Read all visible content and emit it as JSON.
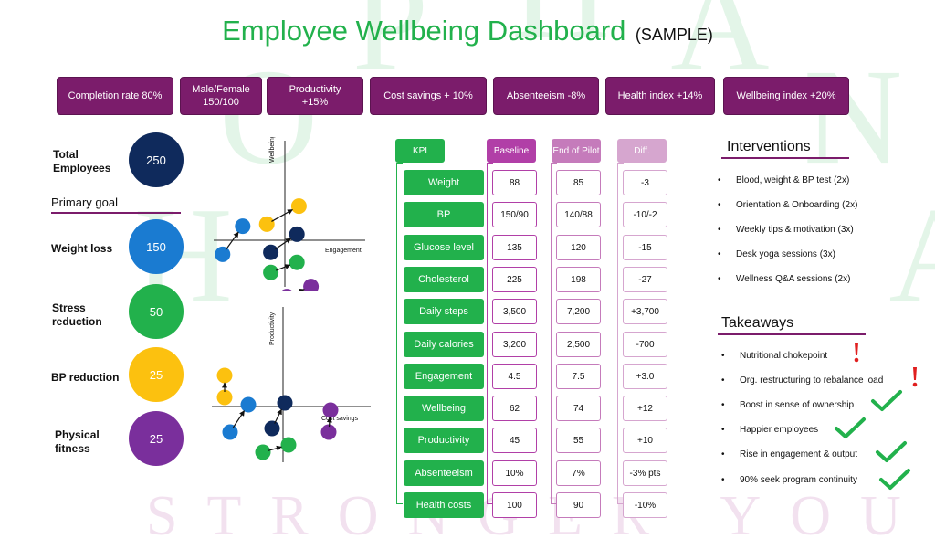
{
  "title": "Employee Wellbeing Dashboard",
  "subtitle": "(SAMPLE)",
  "colors": {
    "green": "#22b14c",
    "purple": "#7b1c6b",
    "navy": "#0f2a5c",
    "blue": "#1a7bd1",
    "gold": "#fcc10f",
    "violet": "#7a2f9c"
  },
  "kpi_badges": [
    {
      "label": "Completion rate 80%"
    },
    {
      "label": "Male/Female\n150/100"
    },
    {
      "label": "Productivity\n+15%"
    },
    {
      "label": "Cost savings + 10%"
    },
    {
      "label": "Absenteeism -8%"
    },
    {
      "label": "Health index +14%"
    },
    {
      "label": "Wellbeing index +20%"
    }
  ],
  "left_panel": {
    "total_label": "Total\nEmployees",
    "total_value": "250",
    "primary_goal": "Primary goal",
    "goals": [
      {
        "label": "Weight loss",
        "value": "150",
        "color": "#1a7bd1"
      },
      {
        "label": "Stress\nreduction",
        "value": "50",
        "color": "#22b14c"
      },
      {
        "label": "BP reduction",
        "value": "25",
        "color": "#fcc10f"
      },
      {
        "label": "Physical\nfitness",
        "value": "25",
        "color": "#7a2f9c"
      }
    ]
  },
  "chart_data": [
    {
      "type": "scatter",
      "xlabel": "Engagement",
      "ylabel": "Wellbeing",
      "points": [
        {
          "color": "blue",
          "from": [
            -3.1,
            -0.7
          ],
          "to": [
            -2.1,
            0.7
          ]
        },
        {
          "color": "gold",
          "from": [
            -0.9,
            0.8
          ],
          "to": [
            0.7,
            1.7
          ]
        },
        {
          "color": "navy",
          "from": [
            -0.7,
            -0.6
          ],
          "to": [
            0.6,
            0.3
          ]
        },
        {
          "color": "green",
          "from": [
            -0.7,
            -1.6
          ],
          "to": [
            0.6,
            -1.1
          ]
        },
        {
          "color": "violet",
          "from": [
            0.1,
            -2.8
          ],
          "to": [
            1.3,
            -2.3
          ]
        }
      ]
    },
    {
      "type": "scatter",
      "xlabel": "Cost savings",
      "ylabel": "Productivity",
      "points": [
        {
          "color": "gold",
          "from": [
            -3.2,
            0.5
          ],
          "to": [
            -3.2,
            1.7
          ]
        },
        {
          "color": "blue",
          "from": [
            -2.9,
            -1.4
          ],
          "to": [
            -1.9,
            0.1
          ]
        },
        {
          "color": "navy",
          "from": [
            -0.6,
            -1.2
          ],
          "to": [
            0.1,
            0.2
          ]
        },
        {
          "color": "green",
          "from": [
            -1.1,
            -2.5
          ],
          "to": [
            0.3,
            -2.1
          ]
        },
        {
          "color": "violet",
          "from": [
            2.5,
            -1.4
          ],
          "to": [
            2.6,
            -0.2
          ]
        }
      ]
    }
  ],
  "table": {
    "headers": {
      "kpi": "KPI",
      "baseline": "Baseline",
      "end": "End of Pilot",
      "diff": "Diff."
    },
    "rows": [
      {
        "kpi": "Weight",
        "baseline": "88",
        "end": "85",
        "diff": "-3"
      },
      {
        "kpi": "BP",
        "baseline": "150/90",
        "end": "140/88",
        "diff": "-10/-2"
      },
      {
        "kpi": "Glucose level",
        "baseline": "135",
        "end": "120",
        "diff": "-15"
      },
      {
        "kpi": "Cholesterol",
        "baseline": "225",
        "end": "198",
        "diff": "-27"
      },
      {
        "kpi": "Daily steps",
        "baseline": "3,500",
        "end": "7,200",
        "diff": "+3,700"
      },
      {
        "kpi": "Daily calories",
        "baseline": "3,200",
        "end": "2,500",
        "diff": "-700"
      },
      {
        "kpi": "Engagement",
        "baseline": "4.5",
        "end": "7.5",
        "diff": "+3.0"
      },
      {
        "kpi": "Wellbeing",
        "baseline": "62",
        "end": "74",
        "diff": "+12"
      },
      {
        "kpi": "Productivity",
        "baseline": "45",
        "end": "55",
        "diff": "+10"
      },
      {
        "kpi": "Absenteeism",
        "baseline": "10%",
        "end": "7%",
        "diff": "-3% pts"
      },
      {
        "kpi": "Health costs",
        "baseline": "100",
        "end": "90",
        "diff": "-10%"
      }
    ]
  },
  "interventions": {
    "title": "Interventions",
    "items": [
      "Blood, weight & BP test (2x)",
      "Orientation & Onboarding (2x)",
      "Weekly tips & motivation (3x)",
      "Desk yoga sessions (3x)",
      "Wellness Q&A sessions (2x)"
    ]
  },
  "takeaways": {
    "title": "Takeaways",
    "items": [
      {
        "text": "Nutritional chokepoint",
        "mark": "exclamation-icon"
      },
      {
        "text": "Org. restructuring to rebalance load",
        "mark": "exclamation-icon"
      },
      {
        "text": "Boost in sense of ownership",
        "mark": "checkmark-icon"
      },
      {
        "text": "Happier employees",
        "mark": "checkmark-icon"
      },
      {
        "text": "Rise in engagement & output",
        "mark": "checkmark-icon"
      },
      {
        "text": "90% seek program continuity",
        "mark": "checkmark-icon"
      }
    ]
  },
  "watermark": {
    "arc_text": "HOPHANA",
    "bottom_text": "STRONGER YOU"
  }
}
